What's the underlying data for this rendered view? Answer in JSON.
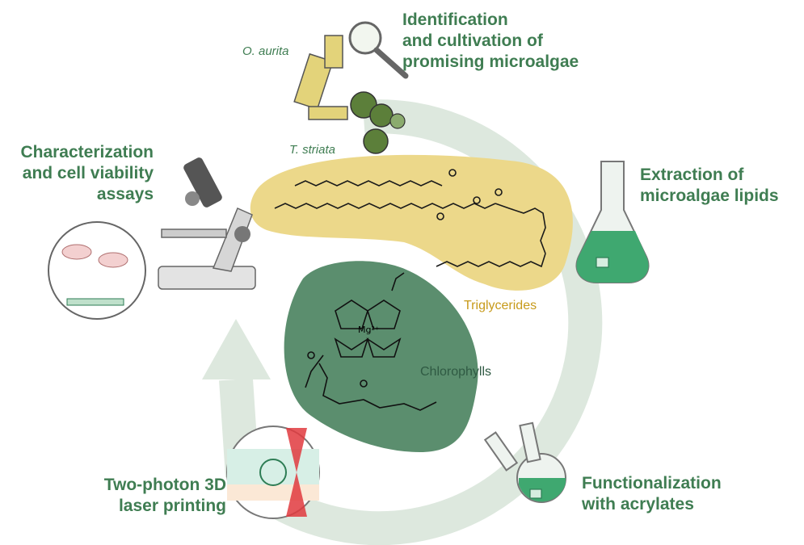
{
  "labels": {
    "identification": "Identification\nand cultivation of\npromising microalgae",
    "extraction": "Extraction of\nmicroalgae lipids",
    "functionalization": "Functionalization\nwith acrylates",
    "printing": "Two-photon 3D\nlaser printing",
    "characterization": "Characterization\nand cell viability\nassays"
  },
  "species": {
    "o_aurita": "O. aurita",
    "t_striata": "T. striata"
  },
  "molecules": {
    "triglycerides": "Triglycerides",
    "chlorophylls": "Chlorophylls",
    "mg_label": "Mg²⁺"
  },
  "colors": {
    "cycle_arrow": "#dde8de",
    "label_green": "#3f7d52",
    "triglyceride_blob": "#ecd88a",
    "chlorophyll_blob": "#5b8e6e",
    "lipid_liquid": "#3fa870",
    "laser_red": "#e0393e"
  },
  "icons": [
    "magnifier-icon",
    "diatom-icon",
    "algae-cell-icon",
    "erlenmeyer-flask-icon",
    "two-neck-flask-icon",
    "laser-focus-icon",
    "microscope-icon",
    "cell-culture-bubble-icon"
  ]
}
